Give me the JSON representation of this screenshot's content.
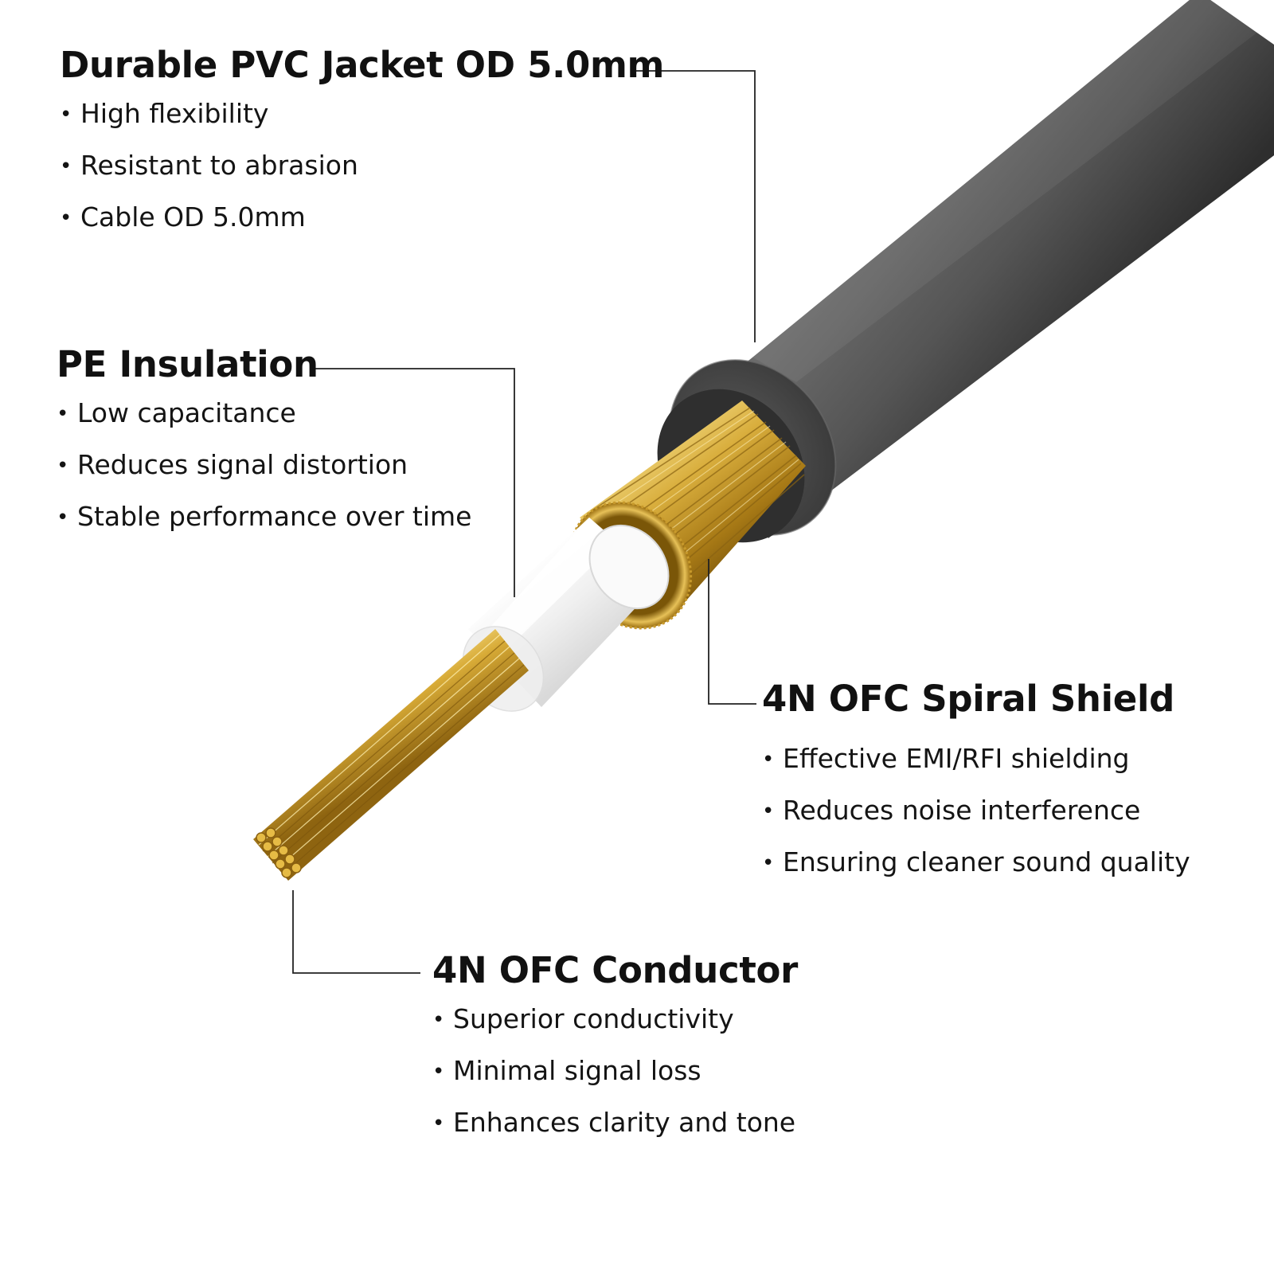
{
  "colors": {
    "jacket": "#4a4a4a",
    "jacket_dark": "#2a2a2a",
    "copper_gold": "#d4a72c",
    "insulation": "#f4f4f4",
    "leader_line": "#222222",
    "text": "#111111"
  },
  "callouts": {
    "jacket": {
      "title": "Durable PVC Jacket OD 5.0mm",
      "bullets": [
        "High flexibility",
        "Resistant to abrasion",
        "Cable OD 5.0mm"
      ]
    },
    "insulation": {
      "title": "PE Insulation",
      "bullets": [
        "Low capacitance",
        "Reduces signal distortion",
        "Stable performance over time"
      ]
    },
    "shield": {
      "title": "4N OFC Spiral Shield",
      "bullets": [
        "Effective EMI/RFI shielding",
        "Reduces noise interference",
        "Ensuring cleaner sound quality"
      ]
    },
    "conductor": {
      "title": "4N OFC Conductor",
      "bullets": [
        "Superior conductivity",
        "Minimal signal loss",
        "Enhances clarity and tone"
      ]
    }
  }
}
